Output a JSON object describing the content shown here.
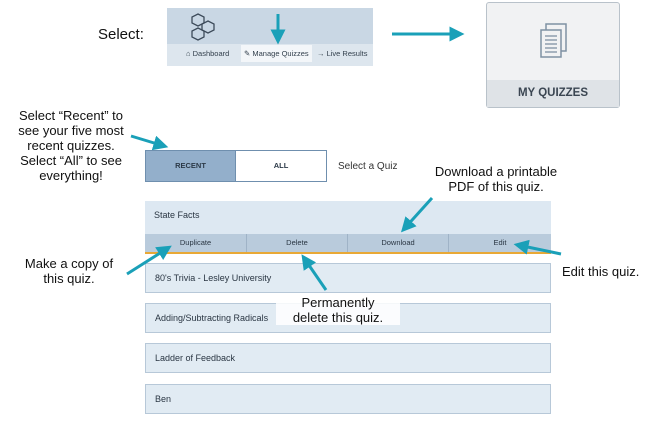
{
  "instructions": {
    "select": "Select:",
    "recent_hint": [
      "Select “Recent” to",
      "see your five most",
      "recent quizzes.",
      "Select “All” to see",
      "everything!"
    ],
    "download_hint": [
      "Download a printable",
      "PDF of this quiz."
    ],
    "copy_hint": [
      "Make a copy of",
      "this quiz."
    ],
    "delete_hint": [
      "Permanently",
      "delete this quiz."
    ],
    "edit_hint": "Edit this quiz."
  },
  "nav": {
    "items": [
      {
        "icon": "home-icon",
        "glyph": "⌂",
        "label": "Dashboard"
      },
      {
        "icon": "wrench-icon",
        "glyph": "✎",
        "label": "Manage Quizzes",
        "active": true
      },
      {
        "icon": "arrow-icon",
        "glyph": "→",
        "label": "Live Results"
      }
    ]
  },
  "card": {
    "label": "MY QUIZZES",
    "icon": "documents-icon"
  },
  "toggle": {
    "recent": "RECENT",
    "all": "ALL",
    "hint": "Select a Quiz"
  },
  "quizzes": {
    "expanded": "State Facts",
    "actions": [
      "Duplicate",
      "Delete",
      "Download",
      "Edit"
    ],
    "others": [
      "80's Trivia - Lesley University",
      "Adding/Subtracting Radicals",
      "Ladder of Feedback",
      "Ben"
    ]
  },
  "colors": {
    "accent": "#1aa0b8",
    "highlight": "#e8a836",
    "selected": "#93afcb"
  }
}
